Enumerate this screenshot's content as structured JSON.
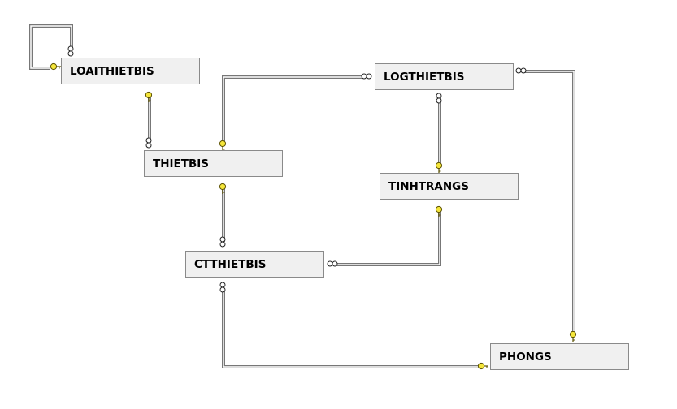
{
  "diagram": {
    "tables": {
      "loaithietbis": "LOAITHIETBIS",
      "thietbis": "THIETBIS",
      "logthietbis": "LOGTHIETBIS",
      "tinhtrangs": "TINHTRANGS",
      "ctthietbis": "CTTHIETBIS",
      "phongs": "PHONGS"
    },
    "relationships": [
      {
        "name": "loaithietbis-self",
        "one": "LOAITHIETBIS",
        "many": "LOAITHIETBIS"
      },
      {
        "name": "loaithietbis-thietbis",
        "one": "LOAITHIETBIS",
        "many": "THIETBIS"
      },
      {
        "name": "thietbis-logthietbis",
        "one": "THIETBIS",
        "many": "LOGTHIETBIS"
      },
      {
        "name": "thietbis-ctthietbis",
        "one": "THIETBIS",
        "many": "CTTHIETBIS"
      },
      {
        "name": "tinhtrangs-logthietbis",
        "one": "TINHTRANGS",
        "many": "LOGTHIETBIS"
      },
      {
        "name": "tinhtrangs-ctthietbis",
        "one": "TINHTRANGS",
        "many": "CTTHIETBIS"
      },
      {
        "name": "phongs-ctthietbis",
        "one": "PHONGS",
        "many": "CTTHIETBIS"
      },
      {
        "name": "phongs-logthietbis",
        "one": "PHONGS",
        "many": "LOGTHIETBIS"
      }
    ],
    "colors": {
      "line_outer": "#777777",
      "line_inner": "#ffffff",
      "box_fill": "#f0f0f0",
      "box_border": "#8a8a8a",
      "key_fill": "#f5e63a",
      "key_stroke": "#5a5000"
    }
  }
}
